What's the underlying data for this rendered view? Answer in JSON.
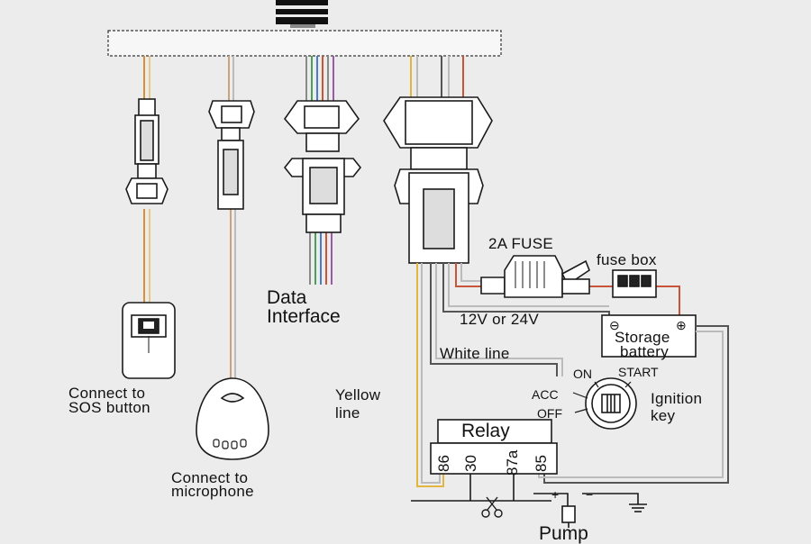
{
  "labels": {
    "data_interface_1": "Data",
    "data_interface_2": "Interface",
    "sos_1": "Connect to",
    "sos_2": "SOS button",
    "mic_1": "Connect to",
    "mic_2": "microphone",
    "yellow_1": "Yellow",
    "yellow_2": "line",
    "white_line": "White line",
    "fuse": "2A FUSE",
    "fuse_box": "fuse box",
    "voltage": "12V or 24V",
    "battery_1": "Storage",
    "battery_2": "battery",
    "battery_minus": "⊖",
    "battery_plus": "⊕",
    "on": "ON",
    "start": "START",
    "acc": "ACC",
    "off": "OFF",
    "ignition_1": "Ignition",
    "ignition_2": "key",
    "relay": "Relay",
    "pin_86": "86",
    "pin_30": "30",
    "pin_87a": "87a",
    "pin_85": "85",
    "pump": "Pump",
    "pump_plus": "+",
    "pump_minus": "−"
  },
  "colors": {
    "background": "#ececec",
    "outline": "#1a1a1a",
    "yellow_wire": "#e3b640",
    "orange_wire": "#d98f3a",
    "red_wire": "#c8553a",
    "green_wire": "#4aa05a",
    "blue_wire": "#4a7cc8",
    "purple_wire": "#9a5aa8",
    "gray_wire": "#8a8a8a"
  }
}
